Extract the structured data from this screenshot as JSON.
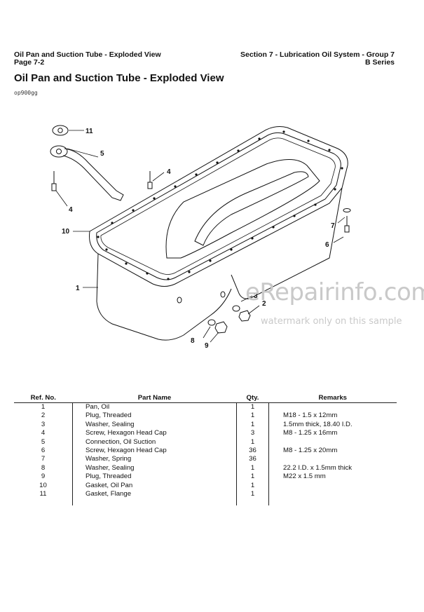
{
  "header": {
    "left_line1": "Oil Pan and Suction Tube - Exploded View",
    "left_line2": "Page 7-2",
    "right_line1": "Section 7 - Lubrication Oil System - Group 7",
    "right_line2": "B Series"
  },
  "title": "Oil Pan and Suction Tube - Exploded View",
  "figure_code": "op900gg",
  "callouts": {
    "c11": "11",
    "c5": "5",
    "c4a": "4",
    "c4b": "4",
    "c10": "10",
    "c7": "7",
    "c6": "6",
    "c1": "1",
    "c3": "3",
    "c2": "2",
    "c8": "8",
    "c9": "9"
  },
  "watermark": {
    "main": "eRepairinfo.com",
    "sub": "watermark only on this sample"
  },
  "table": {
    "headers": {
      "ref": "Ref. No.",
      "name": "Part Name",
      "qty": "Qty.",
      "remarks": "Remarks"
    },
    "rows": [
      {
        "ref": "1",
        "name": "Pan, Oil",
        "qty": "1",
        "remarks": ""
      },
      {
        "ref": "2",
        "name": "Plug, Threaded",
        "qty": "1",
        "remarks": "M18 - 1.5 x 12mm"
      },
      {
        "ref": "3",
        "name": "Washer, Sealing",
        "qty": "1",
        "remarks": "1.5mm thick, 18.40 I.D."
      },
      {
        "ref": "4",
        "name": "Screw, Hexagon Head Cap",
        "qty": "3",
        "remarks": "M8 - 1.25 x 16mm"
      },
      {
        "ref": "5",
        "name": "Connection, Oil Suction",
        "qty": "1",
        "remarks": ""
      },
      {
        "ref": "6",
        "name": "Screw, Hexagon Head Cap",
        "qty": "36",
        "remarks": "M8 - 1.25 x 20mm"
      },
      {
        "ref": "7",
        "name": "Washer, Spring",
        "qty": "36",
        "remarks": ""
      },
      {
        "ref": "8",
        "name": "Washer, Sealing",
        "qty": "1",
        "remarks": "22.2 I.D. x 1.5mm thick"
      },
      {
        "ref": "9",
        "name": "Plug, Threaded",
        "qty": "1",
        "remarks": "M22 x 1.5 mm"
      },
      {
        "ref": "10",
        "name": "Gasket, Oil Pan",
        "qty": "1",
        "remarks": ""
      },
      {
        "ref": "11",
        "name": "Gasket, Flange",
        "qty": "1",
        "remarks": ""
      }
    ]
  }
}
